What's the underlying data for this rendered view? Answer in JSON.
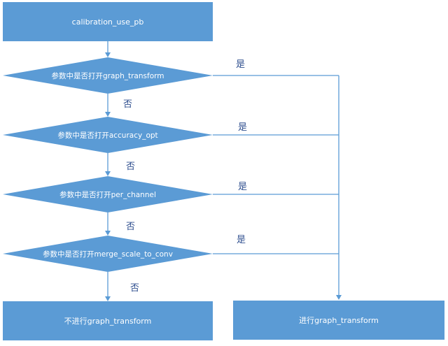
{
  "diagram": {
    "start": "calibration_use_pb",
    "decisions": [
      "参数中是否打开graph_transform",
      "参数中是否打开accuracy_opt",
      "参数中是否打开per_channel",
      "参数中是否打开merge_scale_to_conv"
    ],
    "yes_label": "是",
    "no_label": "否",
    "end_no": "不进行graph_transform",
    "end_yes": "进行graph_transform"
  },
  "colors": {
    "shape": "#5b9bd5",
    "edge_text": "#2f4f8f"
  }
}
